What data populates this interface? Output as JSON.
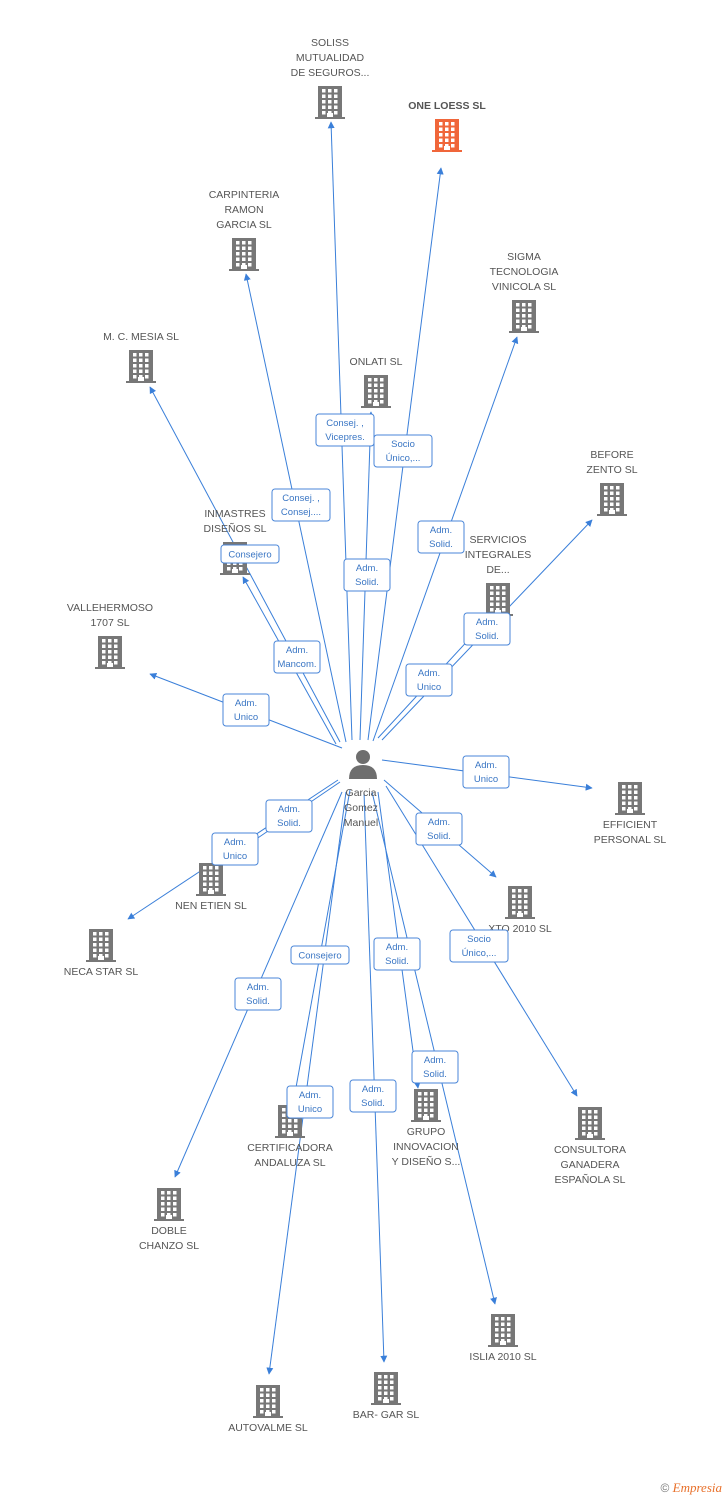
{
  "colors": {
    "edge": "#3a7fd9",
    "building": "#777777",
    "highlight": "#f0663a",
    "role_text": "#3a76c4"
  },
  "center": {
    "name_lines": [
      "Garcia",
      "Gomez",
      "Manuel"
    ],
    "icon": "person-icon"
  },
  "companies": [
    {
      "id": "soliss",
      "lines": [
        "SOLISS",
        "MUTUALIDAD",
        "DE SEGUROS..."
      ]
    },
    {
      "id": "one-loess",
      "lines": [
        "ONE LOESS SL"
      ],
      "highlight": true
    },
    {
      "id": "carpinteria",
      "lines": [
        "CARPINTERIA",
        "RAMON",
        "GARCIA SL"
      ]
    },
    {
      "id": "sigma",
      "lines": [
        "SIGMA",
        "TECNOLOGIA",
        "VINICOLA  SL"
      ]
    },
    {
      "id": "mc-mesia",
      "lines": [
        "M.  C. MESIA SL"
      ]
    },
    {
      "id": "onlati",
      "lines": [
        "ONLATI SL"
      ]
    },
    {
      "id": "before-zento",
      "lines": [
        "BEFORE",
        "ZENTO SL"
      ]
    },
    {
      "id": "inmastres",
      "lines": [
        "INMASTRES",
        "DISEÑOS SL"
      ]
    },
    {
      "id": "servicios",
      "lines": [
        "SERVICIOS",
        "INTEGRALES",
        "DE..."
      ]
    },
    {
      "id": "vallehermoso",
      "lines": [
        "VALLEHERMOSO",
        "1707 SL"
      ]
    },
    {
      "id": "efficient",
      "lines": [
        "EFFICIENT",
        "PERSONAL  SL"
      ]
    },
    {
      "id": "nen-etien",
      "lines": [
        "NEN ETIEN SL"
      ]
    },
    {
      "id": "neca-star",
      "lines": [
        "NECA STAR SL"
      ]
    },
    {
      "id": "xto-2010",
      "lines": [
        "XTO 2010 SL"
      ]
    },
    {
      "id": "certificadora",
      "lines": [
        "CERTIFICADORA",
        "ANDALUZA SL"
      ]
    },
    {
      "id": "grupo",
      "lines": [
        "GRUPO",
        "INNOVACION",
        "Y DISEÑO S..."
      ]
    },
    {
      "id": "consultora",
      "lines": [
        "CONSULTORA",
        "GANADERA",
        "ESPAÑOLA  SL"
      ]
    },
    {
      "id": "doble-chanzo",
      "lines": [
        "DOBLE",
        "CHANZO SL"
      ]
    },
    {
      "id": "islia",
      "lines": [
        "ISLIA 2010 SL"
      ]
    },
    {
      "id": "autovalme",
      "lines": [
        "AUTOVALME SL"
      ]
    },
    {
      "id": "bar-gar",
      "lines": [
        "BAR- GAR SL"
      ]
    }
  ],
  "relations": [
    {
      "target": "soliss",
      "role": [
        "Consej. ,",
        "Vicepres."
      ]
    },
    {
      "target": "one-loess",
      "role": [
        "Socio",
        "Único,..."
      ]
    },
    {
      "target": "carpinteria",
      "role": [
        "Consej. ,",
        "Consej...."
      ]
    },
    {
      "target": "sigma",
      "role": [
        "Adm.",
        "Solid."
      ]
    },
    {
      "target": "mc-mesia",
      "role": [
        "Consejero"
      ]
    },
    {
      "target": "onlati",
      "role": [
        "Adm.",
        "Solid."
      ]
    },
    {
      "target": "before-zento",
      "role": [
        "Adm.",
        "Solid."
      ]
    },
    {
      "target": "inmastres",
      "role": [
        "Adm.",
        "Mancom."
      ]
    },
    {
      "target": "servicios",
      "role": [
        "Adm.",
        "Unico"
      ]
    },
    {
      "target": "vallehermoso",
      "role": [
        "Adm.",
        "Unico"
      ]
    },
    {
      "target": "efficient",
      "role": [
        "Adm.",
        "Unico"
      ]
    },
    {
      "target": "nen-etien",
      "role": [
        "Adm.",
        "Unico"
      ]
    },
    {
      "target": "neca-star",
      "role": [
        "Adm.",
        "Solid."
      ]
    },
    {
      "target": "xto-2010",
      "role": [
        "Adm.",
        "Solid."
      ]
    },
    {
      "target": "certificadora",
      "role": [
        "Consejero"
      ]
    },
    {
      "target": "grupo",
      "role": [
        "Adm.",
        "Solid."
      ]
    },
    {
      "target": "consultora",
      "role": [
        "Socio",
        "Único,..."
      ]
    },
    {
      "target": "doble-chanzo",
      "role": [
        "Adm.",
        "Solid."
      ]
    },
    {
      "target": "islia",
      "role": [
        "Adm.",
        "Solid."
      ]
    },
    {
      "target": "autovalme",
      "role": [
        "Adm.",
        "Unico"
      ]
    },
    {
      "target": "bar-gar",
      "role": [
        "Adm.",
        "Solid."
      ]
    }
  ],
  "footer": {
    "copyright": "©",
    "brand": "Empresia"
  }
}
